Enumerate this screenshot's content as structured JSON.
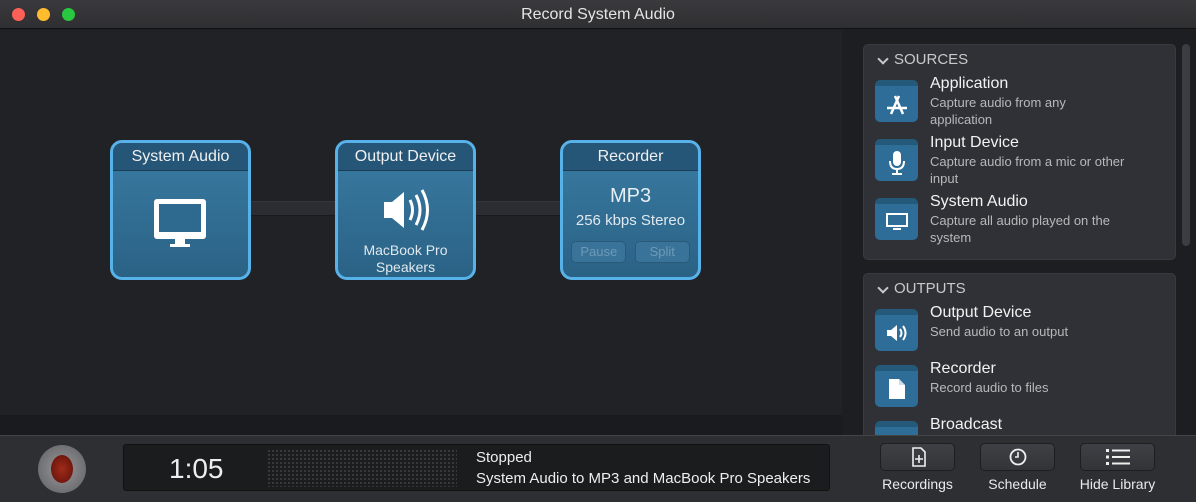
{
  "window": {
    "title": "Record System Audio"
  },
  "pipeline": {
    "source": {
      "title": "System Audio",
      "icon": "monitor-icon"
    },
    "output": {
      "title": "Output Device",
      "icon": "speaker-icon",
      "line1": "MacBook Pro",
      "line2": "Speakers"
    },
    "recorder": {
      "title": "Recorder",
      "format": "MP3",
      "quality": "256 kbps Stereo",
      "pause": "Pause",
      "split": "Split"
    }
  },
  "library": {
    "sources": {
      "header": "SOURCES",
      "items": [
        {
          "title": "Application",
          "desc": "Capture audio from any application",
          "icon": "app-store-icon"
        },
        {
          "title": "Input Device",
          "desc": "Capture audio from a mic or other input",
          "icon": "microphone-icon"
        },
        {
          "title": "System Audio",
          "desc": "Capture all audio played on the system",
          "icon": "monitor-icon"
        }
      ]
    },
    "outputs": {
      "header": "OUTPUTS",
      "items": [
        {
          "title": "Output Device",
          "desc": "Send audio to an output",
          "icon": "speaker-icon"
        },
        {
          "title": "Recorder",
          "desc": "Record audio to files",
          "icon": "document-icon"
        },
        {
          "title": "Broadcast",
          "desc": "",
          "icon": "broadcast-icon"
        }
      ]
    }
  },
  "status": {
    "time": "1:05",
    "state": "Stopped",
    "description": "System Audio to MP3 and MacBook Pro Speakers"
  },
  "toolbar": {
    "recordings": "Recordings",
    "schedule": "Schedule",
    "hide_library": "Hide Library"
  },
  "colors": {
    "accent": "#58b2ea",
    "node": "#2f6b91",
    "record": "#8a1e10"
  }
}
